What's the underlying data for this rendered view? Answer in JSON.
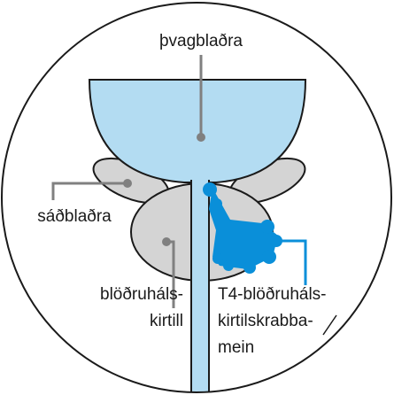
{
  "labels": {
    "bladder": "þvagblaðra",
    "seminal_vesicle": "sáðblaðra",
    "prostate_line1": "blöðruháls-",
    "prostate_line2": "kirtill",
    "cancer_line1": "T4-blöðruháls-",
    "cancer_line2": "kirtilskrabba-",
    "cancer_line3": "mein"
  },
  "colors": {
    "bladder_fill": "#b3dcf2",
    "outline": "#1a1a1a",
    "organ_fill": "#d4d4d4",
    "tumor": "#0a8fd9",
    "leader_line": "#808080",
    "tumor_line": "#0a8fd9"
  }
}
